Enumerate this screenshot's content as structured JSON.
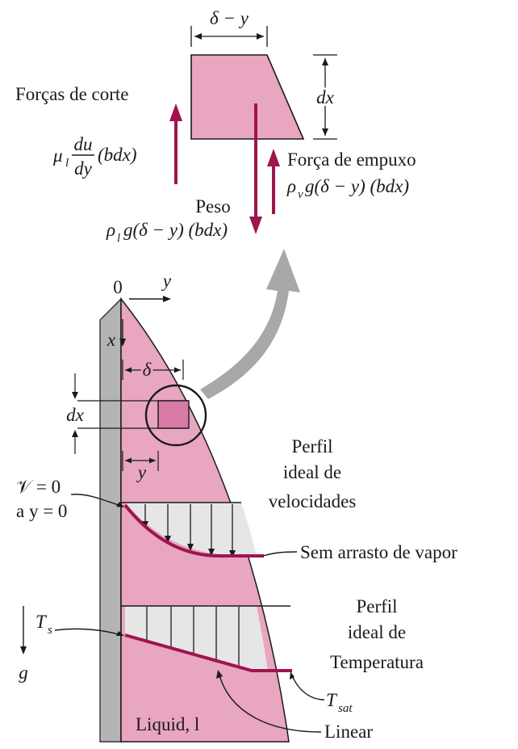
{
  "colors": {
    "film": "#E8A6C0",
    "film_edge": "#C06890",
    "arrow": "#A0144E",
    "profile_fill": "#E6E6E6",
    "wall": "#B4B4B4",
    "wall_dark": "#7A7A7A",
    "big_arrow": "#A8A8A8",
    "line": "#1A1A1A"
  },
  "element": {
    "width_label": "δ − y",
    "height_label": "dx"
  },
  "forces": {
    "shear_title": "Forças de corte",
    "shear_mu": "μ",
    "shear_mu_sub": "l",
    "shear_du": "du",
    "shear_dy": "dy",
    "shear_tail": "(bdx)",
    "buoyancy_title": "Força de empuxo",
    "buoyancy_rho": "ρ",
    "buoyancy_rho_sub": "v",
    "buoyancy_expr": "g(δ − y) (bdx)",
    "weight_title": "Peso",
    "weight_rho": "ρ",
    "weight_rho_sub": "l",
    "weight_expr": "g(δ − y) (bdx)"
  },
  "axes": {
    "origin": "0",
    "y": "y",
    "x": "x",
    "delta": "δ",
    "dx": "dx",
    "y_small": "y",
    "g": "g"
  },
  "velocity": {
    "title_1": "Perfil",
    "title_2": "ideal de",
    "title_3": "velocidades",
    "wall_cond_1": "𝒱 = 0",
    "wall_cond_2": "a y = 0",
    "no_drag": "Sem arrasto de vapor"
  },
  "temperature": {
    "title_1": "Perfil",
    "title_2": "ideal de",
    "title_3": "Temperatura",
    "ts": "T",
    "ts_sub": "s",
    "tsat": "T",
    "tsat_sub": "sat",
    "linear": "Linear"
  },
  "liquid": {
    "label": "Liquid, l"
  }
}
